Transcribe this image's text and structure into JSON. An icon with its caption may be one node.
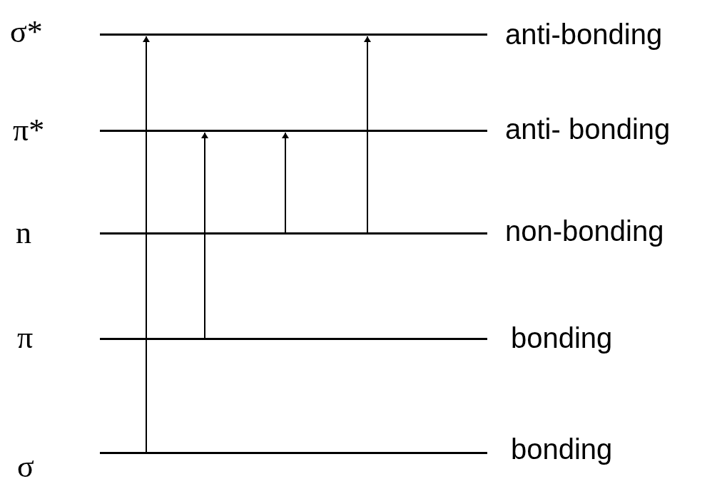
{
  "diagram": {
    "nodes": [
      {
        "text": [],
        "shape": "bar",
        "beside": [
          "anti-bonding"
        ]
      },
      {
        "text": [],
        "shape": "bar",
        "beside": [
          "anti- bonding"
        ]
      },
      {
        "text": [],
        "shape": "bar",
        "beside": [
          "non-bonding"
        ]
      },
      {
        "text": [],
        "shape": "bar",
        "beside": [
          "bonding"
        ]
      },
      {
        "text": [],
        "shape": "bar",
        "beside": [
          "bonding"
        ]
      }
    ],
    "edges": [
      {
        "from": 4,
        "to": 0,
        "arrow": "to"
      },
      {
        "from": 3,
        "to": 1,
        "arrow": "to"
      },
      {
        "from": 2,
        "to": 1,
        "arrow": "to"
      },
      {
        "from": 2,
        "to": 0,
        "arrow": "to"
      }
    ],
    "labels": [
      "σ*",
      "π*",
      "n",
      "π",
      "σ"
    ]
  }
}
